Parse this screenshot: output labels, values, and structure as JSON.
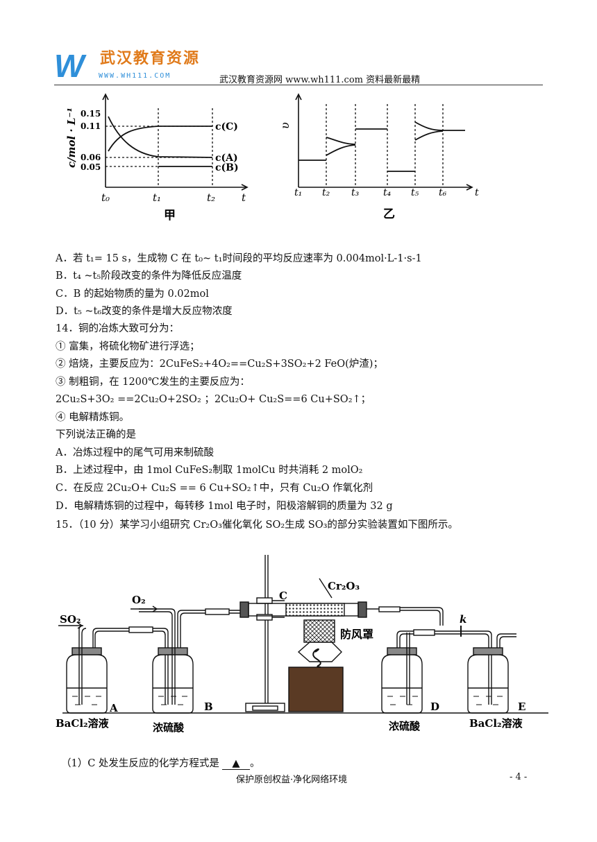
{
  "header": {
    "logo_mark": "W",
    "logo_title": "武汉教育资源",
    "logo_url": "WWW.WH111.COM",
    "text": "武汉教育资源网  www.wh111.com  资料最新最精"
  },
  "graph_jia": {
    "y_axis": "c/mol · L⁻¹",
    "y_ticks": [
      "0.15",
      "0.11",
      "0.06",
      "0.05"
    ],
    "x_ticks": [
      "t₀",
      "t₁",
      "t₂",
      "t"
    ],
    "curve_labels": [
      "c(C)",
      "c(A)",
      "c(B)"
    ],
    "caption": "甲"
  },
  "graph_yi": {
    "y_axis": "υ",
    "x_ticks": [
      "t₁",
      "t₂",
      "t₃",
      "t₄",
      "t₅",
      "t₆",
      "t"
    ],
    "caption": "乙"
  },
  "lines": [
    "A．若 t₁= 15 s，生成物 C 在 t₀~ t₁时间段的平均反应速率为 0.004mol·L-1·s-1",
    "B．t₄ ~t₅阶段改变的条件为降低反应温度",
    "C．B 的起始物质的量为 0.02mol",
    "D．t₅ ~t₆改变的条件是增大反应物浓度",
    "14．铜的冶炼大致可分为：",
    "① 富集，将硫化物矿进行浮选；",
    "② 焙烧，主要反应为：2CuFeS₂+4O₂==Cu₂S+3SO₂+2 FeO(炉渣)；",
    "③ 制粗铜，在 1200℃发生的主要反应为：",
    "2Cu₂S+3O₂ ==2Cu₂O+2SO₂   ；2Cu₂O+ Cu₂S==6 Cu+SO₂↑；",
    "④  电解精炼铜。",
    "下列说法正确的是",
    "A．冶炼过程中的尾气可用来制硫酸",
    "B．上述过程中，由 1mol CuFeS₂制取 1molCu 时共消耗 2 molO₂",
    "C．在反应 2Cu₂O+ Cu₂S == 6 Cu+SO₂↑中，只有 Cu₂O 作氧化剂",
    "D．电解精炼铜的过程中，每转移 1mol 电子时，阳极溶解铜的质量为 32 g",
    "15．（10 分）某学习小组研究 Cr₂O₃催化氧化 SO₂生成 SO₃的部分实验装置如下图所示。"
  ],
  "apparatus": {
    "so2": "SO₂",
    "o2": "O₂",
    "c": "C",
    "cr2o3": "Cr₂O₃",
    "windshield": "防风罩",
    "k": "k",
    "a": "A",
    "b": "B",
    "d": "D",
    "e": "E",
    "bottle_a": "BaCl₂溶液",
    "bottle_b": "浓硫酸",
    "bottle_d": "浓硫酸",
    "bottle_e": "BaCl₂溶液"
  },
  "question": {
    "text": "（1）C 处发生反应的化学方程式是",
    "blank": "▲",
    "end": "。"
  },
  "footer": {
    "center": "保护原创权益·净化网络环境",
    "page": "- 4 -"
  }
}
